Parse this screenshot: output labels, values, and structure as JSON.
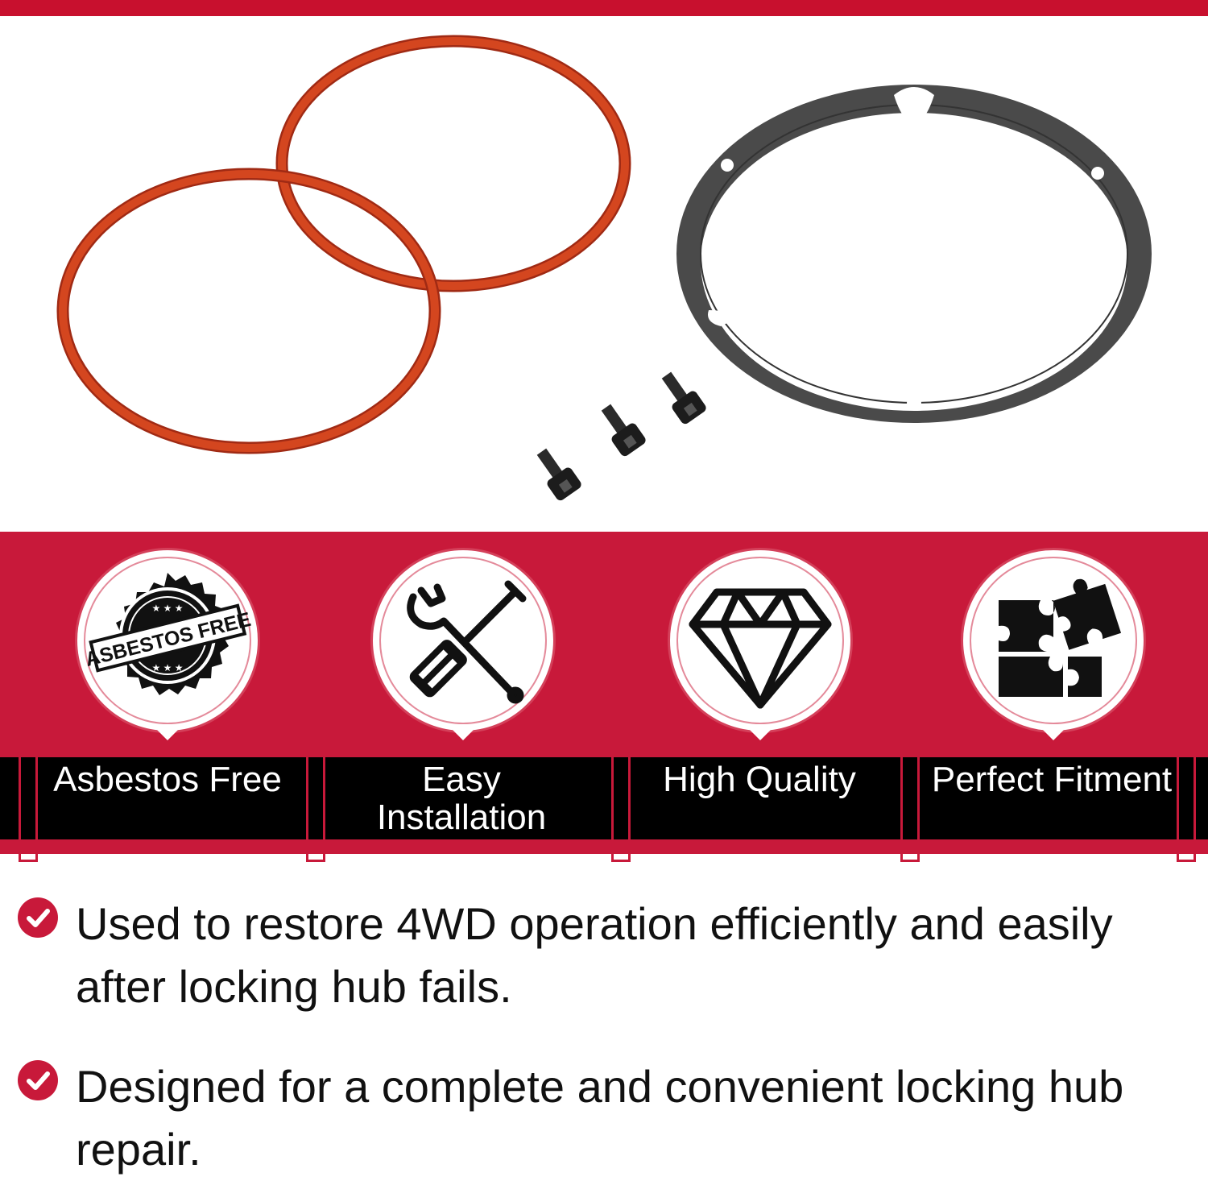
{
  "features": [
    {
      "id": "asbestos-free",
      "label": "Asbestos Free",
      "icon": "asbestos-free-stamp-icon",
      "stamp_text": "ASBESTOS FREE"
    },
    {
      "id": "easy-installation",
      "label": "Easy Installation",
      "icon": "wrench-screwdriver-icon"
    },
    {
      "id": "high-quality",
      "label": "High Quality",
      "icon": "diamond-icon"
    },
    {
      "id": "perfect-fitment",
      "label": "Perfect Fitment",
      "icon": "puzzle-icon"
    }
  ],
  "bullets": [
    "Used to restore 4WD operation efficiently and easily after locking hub fails.",
    "Designed for a complete and convenient locking hub repair."
  ],
  "colors": {
    "brand_red": "#c8193a",
    "strip_black": "#000000",
    "oring_red": "#c8391e",
    "gasket_gray": "#444444"
  }
}
